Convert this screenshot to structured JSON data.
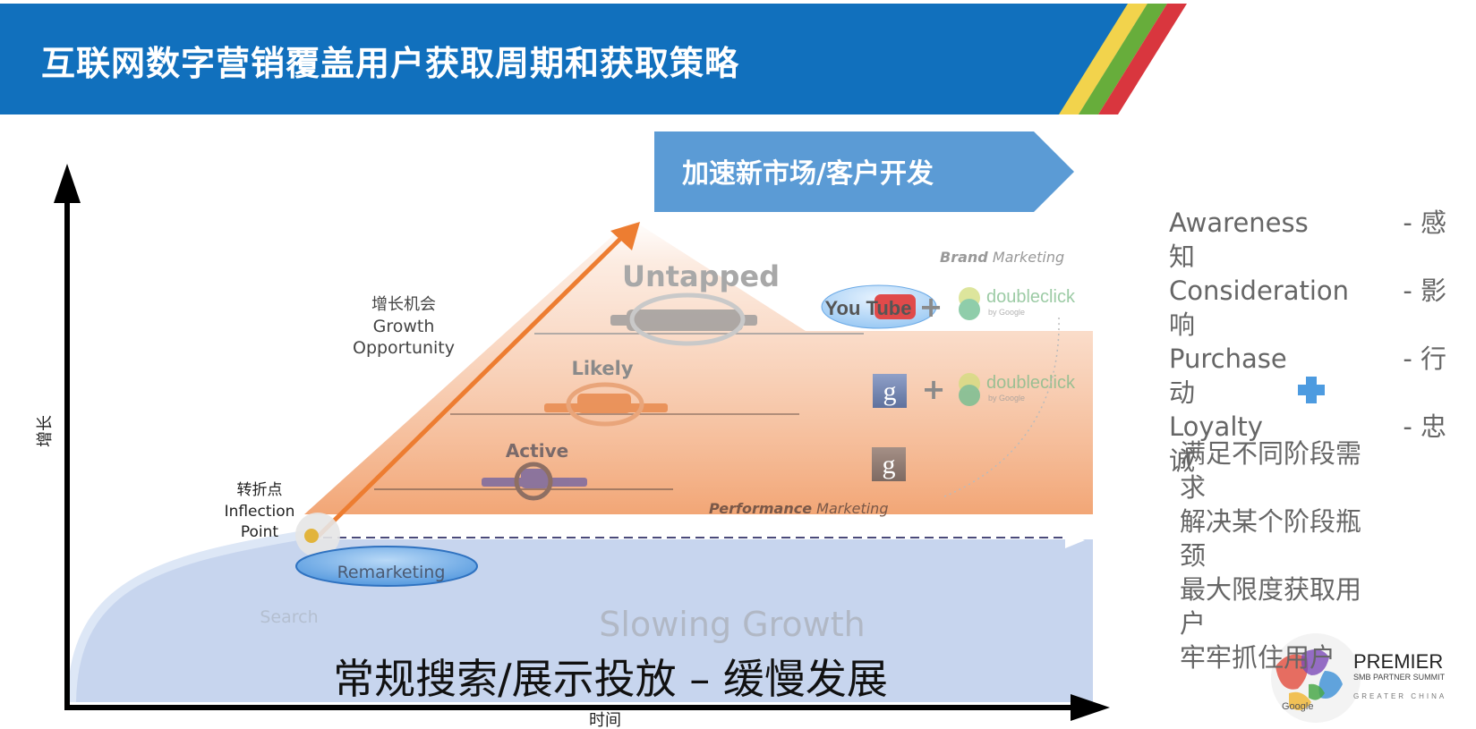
{
  "title": "互联网数字营销覆盖用户获取周期和获取策略",
  "banner": "加速新市场/客户开发",
  "axes": {
    "y_label": "增长",
    "x_label": "时间"
  },
  "growth_label": {
    "cn": "增长机会",
    "en1": "Growth",
    "en2": "Opportunity"
  },
  "inflection_label": {
    "cn": "转折点",
    "en1": "Inflection",
    "en2": "Point"
  },
  "tiers": {
    "untapped": "Untapped",
    "likely": "Likely",
    "active": "Active"
  },
  "brand_marketing": {
    "bold": "Brand",
    "rest": " Marketing"
  },
  "performance_marketing": {
    "bold": "Performance",
    "rest": " Marketing"
  },
  "remarketing": "Remarketing",
  "search": "Search",
  "slowing_growth": "Slowing Growth",
  "bottom_caption": "常规搜索/展示投放 – 缓慢发展",
  "logos": {
    "youtube": "You Tube",
    "doubleclick": "doubleclick",
    "doubleclick_sub": "by Google",
    "google_g": "g"
  },
  "stages": [
    {
      "en": "Awareness",
      "cn_a": "- 感",
      "cn_b": "知"
    },
    {
      "en": "Consideration",
      "cn_a": "- 影",
      "cn_b": "响"
    },
    {
      "en": "Purchase",
      "cn_a": "- 行",
      "cn_b": "动"
    },
    {
      "en": "Loyalty",
      "cn_a": "- 忠",
      "cn_b": "诚"
    }
  ],
  "benefits": [
    {
      "a": "满足不同阶段需",
      "b": "求"
    },
    {
      "a": "解决某个阶段瓶",
      "b": "颈"
    },
    {
      "a": "最大限度获取用",
      "b": "户"
    },
    {
      "a": "牢牢抓住用户",
      "b": ""
    }
  ],
  "premier": {
    "title": "PREMIER",
    "subtitle": "SMB PARTNER SUMMIT",
    "region": "GREATER CHINA",
    "google": "Google"
  },
  "colors": {
    "header_blue": "#1170bd",
    "banner_blue": "#5b9bd5",
    "orange_arrow": "#ed7d31",
    "slowing_fill": "#c7d5ee",
    "stripe_yellow": "#f2d34c",
    "stripe_green": "#67ad3b",
    "stripe_red": "#d9363e"
  }
}
